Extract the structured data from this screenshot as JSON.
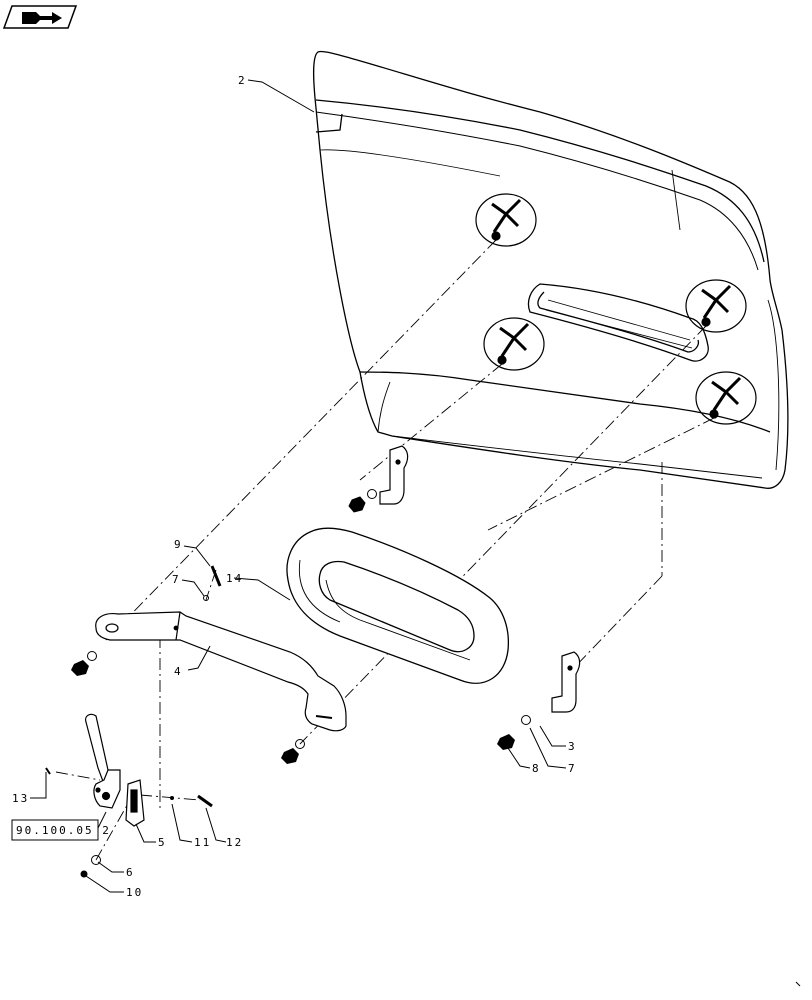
{
  "callouts": {
    "c2": "2",
    "c3": "3",
    "c4": "4",
    "c5": "5",
    "c6": "6",
    "c7a": "7",
    "c7b": "7",
    "c8": "8",
    "c9": "9",
    "c10": "10",
    "c11": "11",
    "c12": "12",
    "c13": "13",
    "c14": "14"
  },
  "reference_box": "90.100.05 2",
  "nav_icon": "next-page-arrow-icon"
}
